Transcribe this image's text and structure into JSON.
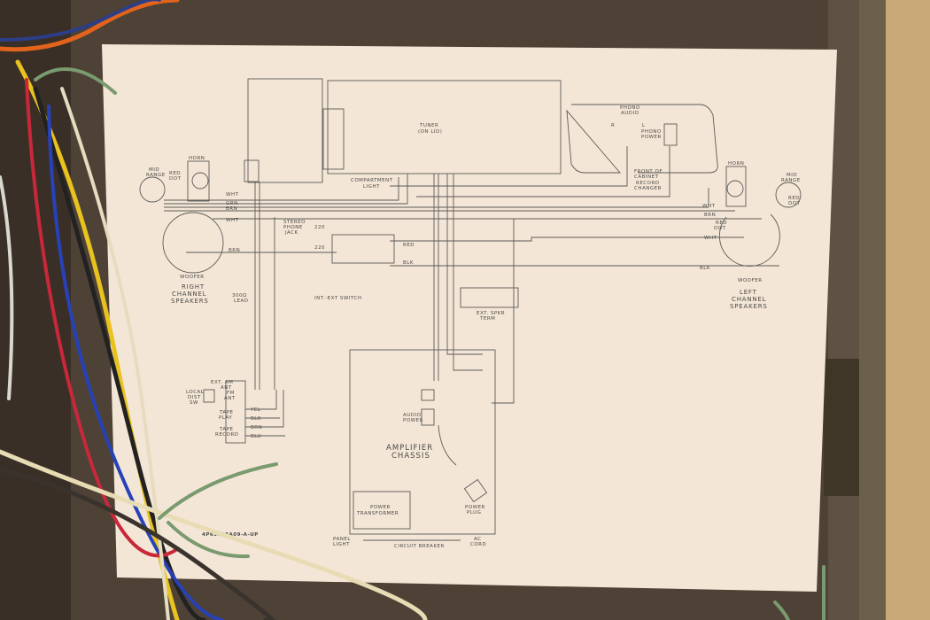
{
  "diagram": {
    "part_number": "4P63018A09-A-UP",
    "tuner": {
      "title": "TUNER",
      "subtitle": "(ON LID)"
    },
    "compartment_light": {
      "line1": "COMPARTMENT",
      "line2": "LIGHT"
    },
    "right_speakers": {
      "horn": "HORN",
      "mid_range_1": "MID",
      "mid_range_2": "RANGE",
      "red_dot_1": "RED",
      "red_dot_2": "DOT",
      "woofer": "WOOFER",
      "title_1": "RIGHT",
      "title_2": "CHANNEL",
      "title_3": "SPEAKERS"
    },
    "left_speakers": {
      "horn": "HORN",
      "mid_range_1": "MID",
      "mid_range_2": "RANGE",
      "red_dot_1": "RED",
      "red_dot_2": "DOT",
      "woofer": "WOOFER",
      "title_1": "LEFT",
      "title_2": "CHANNEL",
      "title_3": "SPEAKERS"
    },
    "phone_jack": {
      "line1": "STEREO",
      "line2": "PHONE",
      "line3": "JACK",
      "r1": "220",
      "r2": "220"
    },
    "int_ext_switch": "INT.-EXT SWITCH",
    "lead": {
      "line1": "300Ω",
      "line2": "LEAD"
    },
    "record_changer": {
      "phono_audio_1": "PHONO",
      "phono_audio_2": "AUDIO",
      "r": "R",
      "l": "L",
      "phono_power_1": "PHONO",
      "phono_power_2": "POWER",
      "front_1": "FRONT OF",
      "front_2": "CABINET",
      "changer_1": "RECORD",
      "changer_2": "CHANGER"
    },
    "ext_spkr": {
      "line1": "EXT. SPKR",
      "line2": "TERM"
    },
    "antenna": {
      "ext_am_1": "EXT. AM",
      "ext_am_2": "ANT",
      "fm_1": "FM",
      "fm_2": "ANT",
      "local_1": "LOCAL",
      "local_2": "DIST",
      "local_3": "SW",
      "tape_play_1": "TAPE",
      "tape_play_2": "PLAY",
      "tape_rec_1": "TAPE",
      "tape_rec_2": "RECORD"
    },
    "amplifier": {
      "title_1": "AMPLIFIER",
      "title_2": "CHASSIS",
      "audio_power_1": "AUDIO",
      "audio_power_2": "POWER",
      "transformer_1": "POWER",
      "transformer_2": "TRANSFORMER",
      "plug_1": "POWER",
      "plug_2": "PLUG"
    },
    "bottom": {
      "panel_light_1": "PANEL",
      "panel_light_2": "LIGHT",
      "circuit_breaker": "CIRCUIT  BREAKER",
      "ac_cord_1": "AC",
      "ac_cord_2": "CORD"
    },
    "wires": {
      "wht": "WHT",
      "grn": "GRN",
      "brn": "BRN",
      "red": "RED",
      "blk": "BLK",
      "yel": "YEL",
      "blu": "BLU"
    }
  },
  "colors": {
    "paper": "#f4e6d6",
    "ink": "#4a4a48",
    "wood": "#5b4e40"
  }
}
